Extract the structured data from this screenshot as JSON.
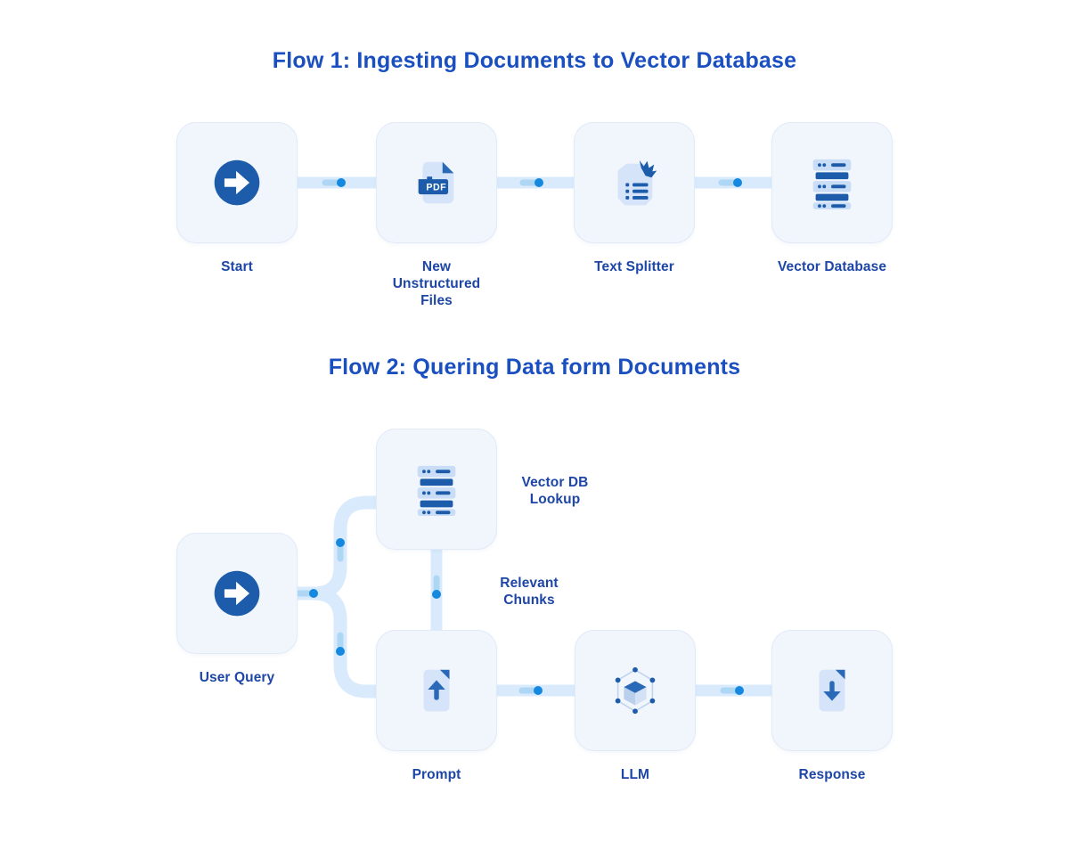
{
  "colors": {
    "title": "#1a4fc0",
    "label": "#1d46a6",
    "card-bg": "#f1f5fc",
    "card-border": "#e1eaf7",
    "band": "#d9eafc",
    "trail": "#a6d4f5",
    "dot": "#1489df",
    "icon-dark": "#1d5caa",
    "icon-mid": "#2a68b8",
    "icon-light": "#d5e4f8",
    "icon-lighter": "#c9ddf6"
  },
  "flow1": {
    "title": "Flow 1: Ingesting Documents to Vector Database",
    "nodes": [
      {
        "label": "Start",
        "icon": "arrow-right-circle-icon"
      },
      {
        "label": "New Unstructured Files",
        "icon": "pdf-file-icon"
      },
      {
        "label": "Text Splitter",
        "icon": "document-list-icon"
      },
      {
        "label": "Vector Database",
        "icon": "database-icon"
      }
    ]
  },
  "flow2": {
    "title": "Flow 2: Quering Data form Documents",
    "nodes": [
      {
        "label": "User Query",
        "icon": "arrow-right-circle-icon"
      },
      {
        "label": "Vector DB Lookup",
        "icon": "database-icon"
      },
      {
        "label": "Prompt",
        "icon": "document-upload-icon"
      },
      {
        "label": "LLM",
        "icon": "cube-network-icon"
      },
      {
        "label": "Response",
        "icon": "document-download-icon"
      }
    ],
    "edge_label": "Relevant Chunks"
  }
}
